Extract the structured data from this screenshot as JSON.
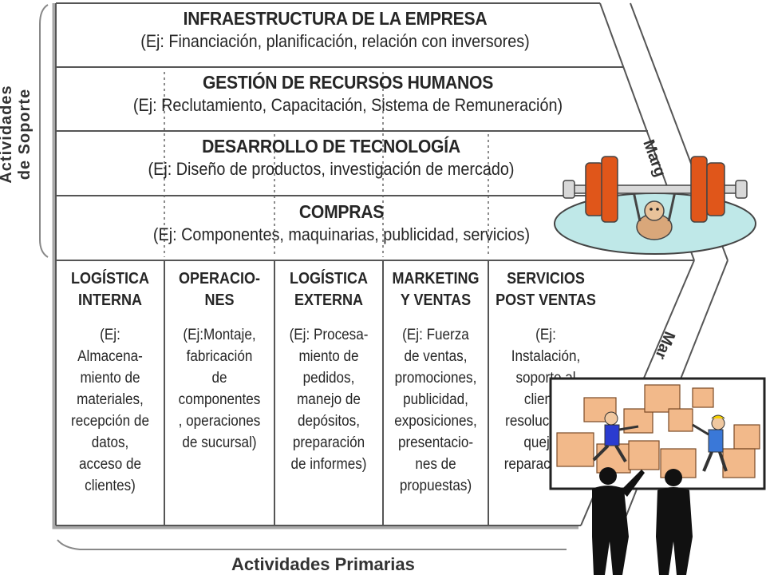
{
  "support": {
    "label_line1": "Actividades",
    "label_line2": "de Soporte",
    "rows": [
      {
        "title": "INFRAESTRUCTURA DE LA EMPRESA",
        "desc": "(Ej: Financiación, planificación, relación con inversores)"
      },
      {
        "title": "GESTIÓN DE RECURSOS HUMANOS",
        "desc": "(Ej: Reclutamiento, Capacitación, Sistema de Remuneración)"
      },
      {
        "title": "DESARROLLO DE TECNOLOGÍA",
        "desc": "(Ej: Diseño de productos, investigación de mercado)"
      },
      {
        "title": "COMPRAS",
        "desc": "(Ej: Componentes, maquinarias, publicidad, servicios)"
      }
    ]
  },
  "primary": {
    "label": "Actividades Primarias",
    "columns": [
      {
        "title": [
          "LOGÍSTICA",
          "INTERNA"
        ],
        "desc": [
          "(Ej:",
          "Almacena-",
          "miento de",
          "materiales,",
          "recepción de",
          "datos,",
          "acceso de",
          "clientes)"
        ]
      },
      {
        "title": [
          "OPERACIO-",
          "NES"
        ],
        "desc": [
          "(Ej:Montaje,",
          "fabricación",
          "de",
          "componentes",
          ", operaciones",
          "de sucursal)"
        ]
      },
      {
        "title": [
          "LOGÍSTICA",
          "EXTERNA"
        ],
        "desc": [
          "(Ej: Procesa-",
          "miento de",
          "pedidos,",
          "manejo de",
          "depósitos,",
          "preparación",
          "de informes)"
        ]
      },
      {
        "title": [
          "MARKETING",
          "Y VENTAS"
        ],
        "desc": [
          "(Ej: Fuerza",
          "de ventas,",
          "promociones,",
          "publicidad,",
          "exposiciones,",
          "presentacio-",
          "nes de",
          "propuestas)"
        ]
      },
      {
        "title": [
          "SERVICIOS",
          "POST VENTAS"
        ],
        "desc": [
          "(Ej:",
          "Instalación,",
          "soporte al",
          "cliente,",
          "resolución de",
          "quejas,",
          "reparaciones)"
        ]
      }
    ]
  },
  "margin": {
    "upper": "Marg",
    "lower": "Mar"
  },
  "colors": {
    "line": "#555555",
    "shadow": "#b0b0b0",
    "barbell_plate": "#e0561a",
    "mat": "#bfe8e8",
    "boxes": "#f2b98a"
  }
}
